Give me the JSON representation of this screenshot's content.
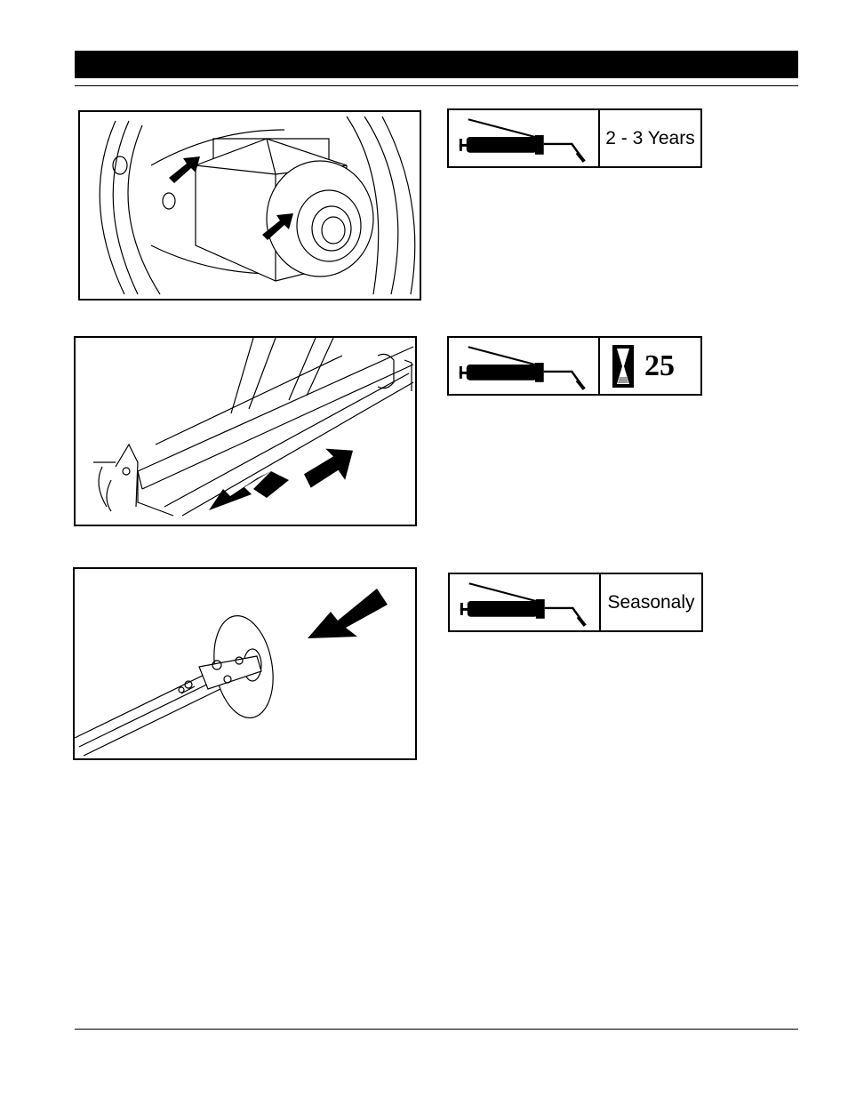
{
  "header": {
    "bar_color": "#000000"
  },
  "lubrication_points": [
    {
      "interval_label": "2 - 3 Years",
      "icon": "grease-gun-icon"
    },
    {
      "interval_icon": "hourglass-icon",
      "hours": "25",
      "icon": "grease-gun-icon"
    },
    {
      "interval_label": "Seasonaly",
      "icon": "grease-gun-icon"
    }
  ],
  "figures": [
    {
      "icon": "wheel-hub-bearing-illustration"
    },
    {
      "icon": "frame-pivot-bar-illustration"
    },
    {
      "icon": "coulter-disc-arm-illustration"
    }
  ]
}
